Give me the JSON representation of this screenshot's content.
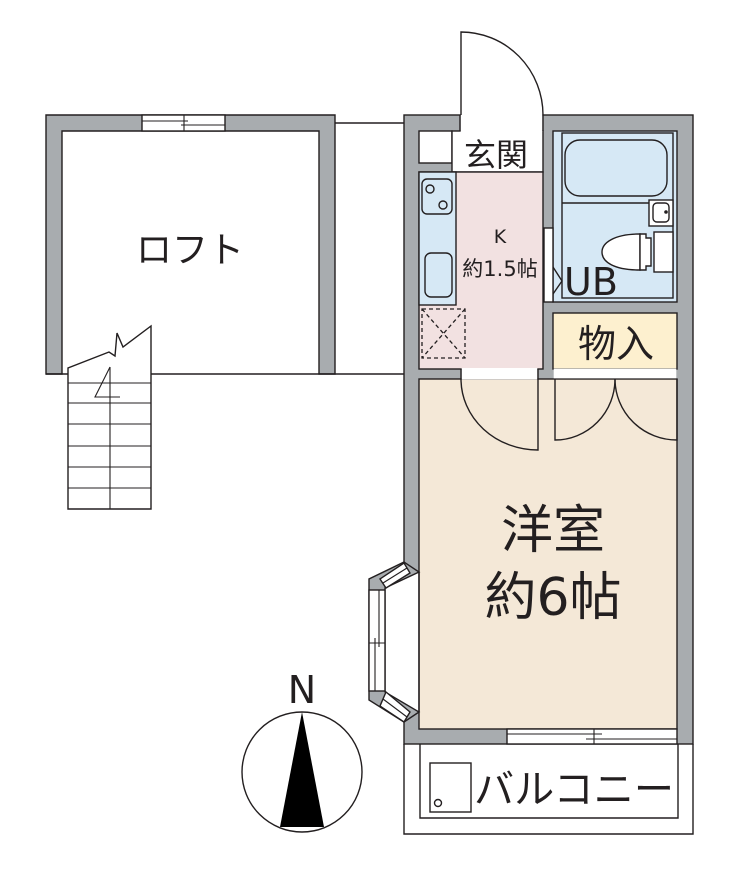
{
  "plan": {
    "loft": {
      "label": "ロフト"
    },
    "entrance": {
      "label": "玄関"
    },
    "kitchen": {
      "label": "K",
      "size": "約1.5帖"
    },
    "unit_bath": {
      "label": "UB"
    },
    "storage": {
      "label": "物入"
    },
    "western_room": {
      "label": "洋室",
      "size": "約6帖"
    },
    "balcony": {
      "label": "バルコニー"
    }
  },
  "compass": {
    "north_label": "N"
  },
  "icons": {
    "compass": "north-arrow",
    "stairs": "stairs-up",
    "stove": "two-burner-stove",
    "kitchen_sink": "sink",
    "washer": "washing-machine-space",
    "bathtub": "bathtub",
    "washbasin": "washbasin",
    "toilet": "toilet",
    "ac_unit": "outdoor-ac-unit"
  },
  "colors": {
    "background": "#ffffff",
    "wall": "#a8acaf",
    "line": "#231f20",
    "white": "#ffffff",
    "western_room": "#f4e8d7",
    "kitchen": "#f2e1e1",
    "counter": "#d6e8f5",
    "unit_bath": "#d6e8f5",
    "storage": "#fdf0cf",
    "compass_arrow": "#000000"
  }
}
